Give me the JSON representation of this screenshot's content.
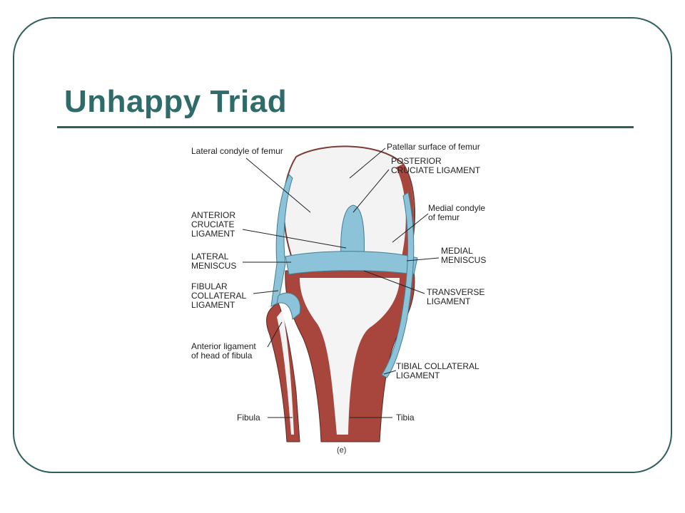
{
  "slide": {
    "title": "Unhappy Triad"
  },
  "figure": {
    "tag": "(e)",
    "labels": {
      "lateral_condyle": "Lateral condyle of femur",
      "patellar_surface": "Patellar surface of femur",
      "posterior_cruciate": "POSTERIOR\nCRUCIATE LIGAMENT",
      "medial_condyle": "Medial condyle\nof femur",
      "anterior_cruciate": "ANTERIOR\nCRUCIATE\nLIGAMENT",
      "medial_meniscus": "MEDIAL\nMENISCUS",
      "lateral_meniscus": "LATERAL\nMENISCUS",
      "fibular_collateral": "FIBULAR\nCOLLATERAL\nLIGAMENT",
      "transverse_ligament": "TRANSVERSE\nLIGAMENT",
      "anterior_ligament_fibula": "Anterior ligament\nof head of fibula",
      "tibial_collateral": "TIBIAL COLLATERAL\nLIGAMENT",
      "fibula": "Fibula",
      "tibia": "Tibia"
    },
    "colors": {
      "ligament": "#8cc3d8",
      "bone_red": "#a8453c",
      "bone_light": "#f3f3f3",
      "frame": "#2f5f5c",
      "title": "#2f6b68"
    }
  }
}
